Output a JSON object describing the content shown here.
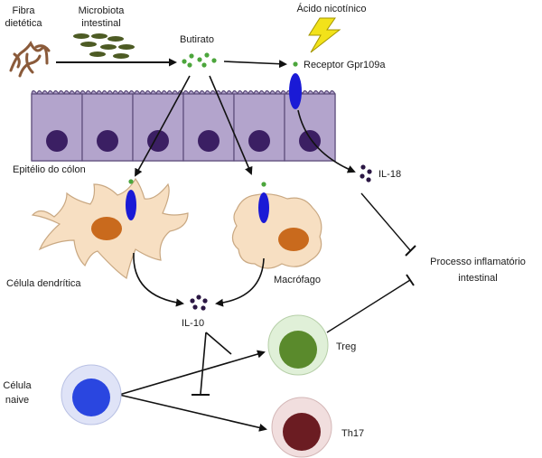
{
  "labels": {
    "fibra_l1": "Fibra",
    "fibra_l2": "dietética",
    "microbiota_l1": "Microbiota",
    "microbiota_l2": "intestinal",
    "butirato": "Butirato",
    "acido": "Ácido nicotínico",
    "receptor": "Receptor Gpr109a",
    "epitelio": "Epitélio do cólon",
    "il18": "IL-18",
    "celula_dendritica": "Célula dendrítica",
    "macrofago": "Macrófago",
    "processo_l1": "Processo inflamatório",
    "processo_l2": "intestinal",
    "il10": "IL-10",
    "treg": "Treg",
    "celula_l1": "Célula",
    "celula_l2": "naive",
    "th17": "Th17"
  },
  "colors": {
    "epithelium_fill": "#b3a4cc",
    "epithelium_stroke": "#5a4a78",
    "nucleus": "#3b1f63",
    "receptor": "#1a1ad6",
    "butyrate_dot": "#4ca63c",
    "il_dot": "#2b1744",
    "bacteria": "#4d5b24",
    "fiber": "#8a5a3a",
    "lightning": "#f2e21a",
    "cell_body": "#f7dfc2",
    "cell_nucleus": "#c96a1d",
    "treg_ring": "#e0f0d8",
    "treg_nucleus": "#5a8a2c",
    "naive_ring": "#dfe3f7",
    "naive_nucleus": "#2a46e0",
    "th17_ring": "#f1dede",
    "th17_nucleus": "#6b1c22"
  }
}
